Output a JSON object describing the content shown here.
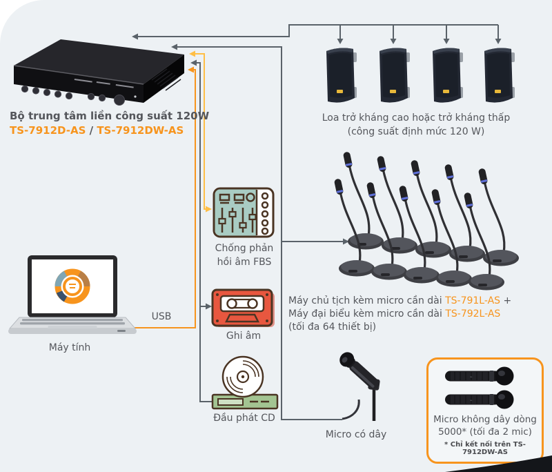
{
  "diagram_title": "TOA TS-7912 conference system connection diagram",
  "colors": {
    "background": "#EDF1F4",
    "text_gray": "#54565B",
    "accent_orange": "#F7941D",
    "fbs_line_yellow": "#FFBE45",
    "wire_gray": "#5A6269",
    "fbs_icon_teal": "#A9CCC3",
    "icon_outline_brown": "#4A3423",
    "cassette_red": "#E8573F",
    "cd_player_green": "#A3C492"
  },
  "amplifier": {
    "caption": "Bộ trung tâm liền công suất 120W",
    "model_1": "TS-7912D-AS",
    "separator": " / ",
    "model_2": "TS-7912DW-AS"
  },
  "speakers": {
    "count": 4,
    "caption_line1": "Loa trở kháng cao hoặc trở kháng thấp",
    "caption_line2": "(công suất định mức 120 W)"
  },
  "fbs": {
    "caption_line1": "Chống phản",
    "caption_line2": "hồi âm FBS"
  },
  "recorder": {
    "caption": "Ghi âm"
  },
  "cd_player": {
    "caption": "Đầu phát CD"
  },
  "computer": {
    "caption": "Máy tính"
  },
  "usb": {
    "label": "USB"
  },
  "conference": {
    "mic_count": 10,
    "line1_text": "Máy chủ tịch kèm micro cần dài ",
    "line1_model": "TS-791L-AS",
    "line1_suffix": " +",
    "line2_text": "Máy đại biểu kèm micro cần dài ",
    "line2_model": "TS-792L-AS",
    "line3": "(tối đa 64 thiết bị)"
  },
  "wired_mic": {
    "caption": "Micro có dây"
  },
  "wireless_mic": {
    "mic_count": 2,
    "caption_line1": "Micro không dây dòng",
    "caption_line2": "5000* (tối đa 2 mic)",
    "note": "* Chỉ kết nối trên TS-7912DW-AS"
  }
}
